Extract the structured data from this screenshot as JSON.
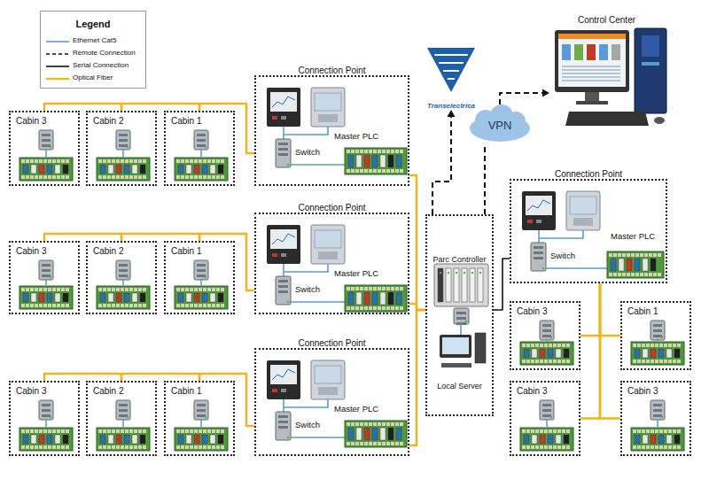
{
  "diagram": {
    "nodes": [
      {
        "text": [
          "Connection Point",
          "Switch",
          "Master PLC"
        ]
      },
      {
        "text": [
          "Cabin 3"
        ]
      },
      {
        "text": [
          "Cabin 2"
        ]
      },
      {
        "text": [
          "Cabin 1"
        ]
      },
      {
        "text": [
          "Transelectrica"
        ]
      },
      {
        "text": [
          "Control Center"
        ]
      },
      {
        "text": [
          "VPN"
        ]
      },
      {
        "text": [
          "Connection Point",
          "Switch",
          "Master PLC"
        ]
      },
      {
        "text": [
          "Connection Point",
          "Switch",
          "Master PLC"
        ]
      },
      {
        "text": [
          "Cabin 3"
        ]
      },
      {
        "text": [
          "Cabin 2"
        ]
      },
      {
        "text": [
          "Cabin 1"
        ]
      },
      {
        "text": [
          "Parc Controller",
          "Local Server"
        ]
      },
      {
        "text": [
          "Cabin 3"
        ]
      },
      {
        "text": [
          "Cabin 1"
        ]
      },
      {
        "text": [
          "Connection Point",
          "Switch",
          "Master PLC"
        ]
      },
      {
        "text": [
          "Cabin 3"
        ]
      },
      {
        "text": [
          "Cabin 2"
        ]
      },
      {
        "text": [
          "Cabin 1"
        ]
      },
      {
        "text": [
          "Cabin 3"
        ]
      },
      {
        "text": [
          "Cabin 3"
        ]
      }
    ],
    "edges": [
      {
        "from": 1,
        "to": 2,
        "arrow": "none"
      },
      {
        "from": 2,
        "to": 3,
        "arrow": "none"
      },
      {
        "from": 3,
        "to": 0,
        "arrow": "none"
      },
      {
        "from": 9,
        "to": 10,
        "arrow": "none"
      },
      {
        "from": 10,
        "to": 11,
        "arrow": "none"
      },
      {
        "from": 11,
        "to": 8,
        "arrow": "none"
      },
      {
        "from": 16,
        "to": 17,
        "arrow": "none"
      },
      {
        "from": 17,
        "to": 18,
        "arrow": "none"
      },
      {
        "from": 18,
        "to": 15,
        "arrow": "none"
      },
      {
        "from": 0,
        "to": 12,
        "arrow": "none"
      },
      {
        "from": 8,
        "to": 12,
        "arrow": "none"
      },
      {
        "from": 15,
        "to": 12,
        "arrow": "none"
      },
      {
        "from": 12,
        "to": 4,
        "arrow": "to"
      },
      {
        "from": 12,
        "to": 6,
        "arrow": "none"
      },
      {
        "from": 6,
        "to": 5,
        "arrow": "to"
      },
      {
        "from": 12,
        "to": 7,
        "arrow": "none"
      },
      {
        "from": 7,
        "to": 13,
        "arrow": "none"
      },
      {
        "from": 7,
        "to": 14,
        "arrow": "none"
      },
      {
        "from": 7,
        "to": 19,
        "arrow": "none"
      },
      {
        "from": 7,
        "to": 20,
        "arrow": "none"
      }
    ],
    "labels": [
      "Legend"
    ],
    "legend": [
      {
        "text": "Ethernet Cat5"
      },
      {
        "text": "Remote Connection"
      },
      {
        "text": "Serial Connection"
      },
      {
        "text": "Optical Fiber"
      }
    ]
  }
}
